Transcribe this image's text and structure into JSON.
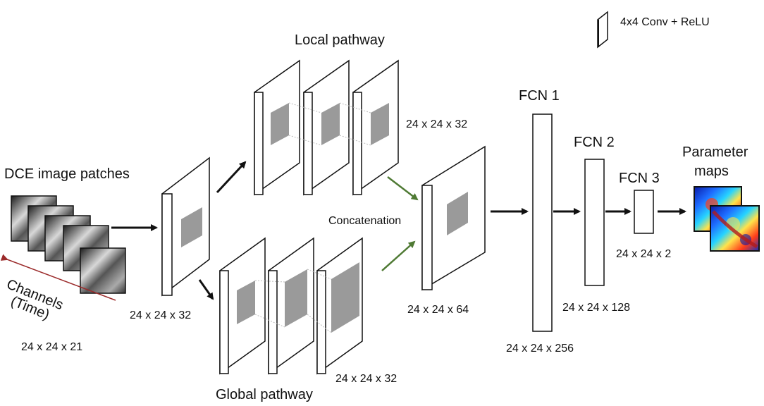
{
  "legend": {
    "label": "4x4 Conv + ReLU"
  },
  "input": {
    "title": "DCE image patches",
    "channels_label_line1": "Channels",
    "channels_label_line2": "(Time)",
    "dims": "24 x 24 x 21"
  },
  "first_conv": {
    "dims": "24 x 24 x 32"
  },
  "local_pathway": {
    "title": "Local pathway",
    "dims": "24 x 24 x 32"
  },
  "global_pathway": {
    "title": "Global pathway",
    "dims": "24 x 24 x 32"
  },
  "concat": {
    "label": "Concatenation",
    "dims": "24 x 24 x 64"
  },
  "fcn": [
    {
      "title": "FCN 1",
      "dims": "24 x 24 x 256"
    },
    {
      "title": "FCN 2",
      "dims": "24 x 24 x 128"
    },
    {
      "title": "FCN 3",
      "dims": "24 x 24 x 2"
    }
  ],
  "output": {
    "title_line1": "Parameter",
    "title_line2": "maps"
  },
  "colors": {
    "arrow": "#111111",
    "concat_arrow": "#4f7a34",
    "channel_arrow": "#9b2b2b",
    "kernel": "#9a9a9a"
  }
}
